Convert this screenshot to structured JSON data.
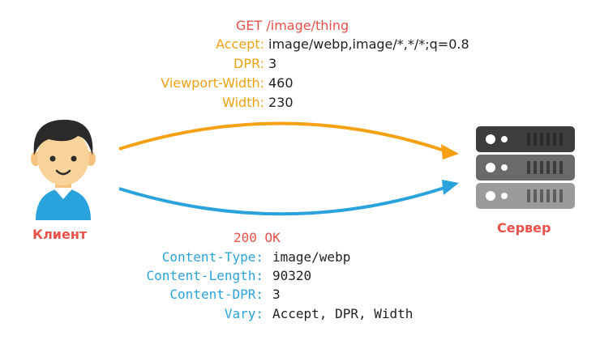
{
  "request": {
    "first_line": "GET /image/thing",
    "headers": [
      {
        "name": "Accept:",
        "value": "image/webp,image/*,*/*;q=0.8"
      },
      {
        "name": "DPR:",
        "value": "3"
      },
      {
        "name": "Viewport-Width:",
        "value": "460"
      },
      {
        "name": "Width:",
        "value": "230"
      }
    ]
  },
  "response": {
    "first_line": "200 OK",
    "headers": [
      {
        "name": "Content-Type:",
        "value": "image/webp"
      },
      {
        "name": "Content-Length:",
        "value": "90320"
      },
      {
        "name": "Content-DPR:",
        "value": "3"
      },
      {
        "name": "Vary:",
        "value": "Accept, DPR, Width"
      }
    ]
  },
  "client": {
    "label": "Клиент",
    "icon": "user-avatar-icon"
  },
  "server": {
    "label": "Сервер",
    "icon": "server-rack-icon"
  },
  "colors": {
    "request_arrow": "#f5a113",
    "response_arrow": "#2aa3dc",
    "label": "#e8524a"
  }
}
